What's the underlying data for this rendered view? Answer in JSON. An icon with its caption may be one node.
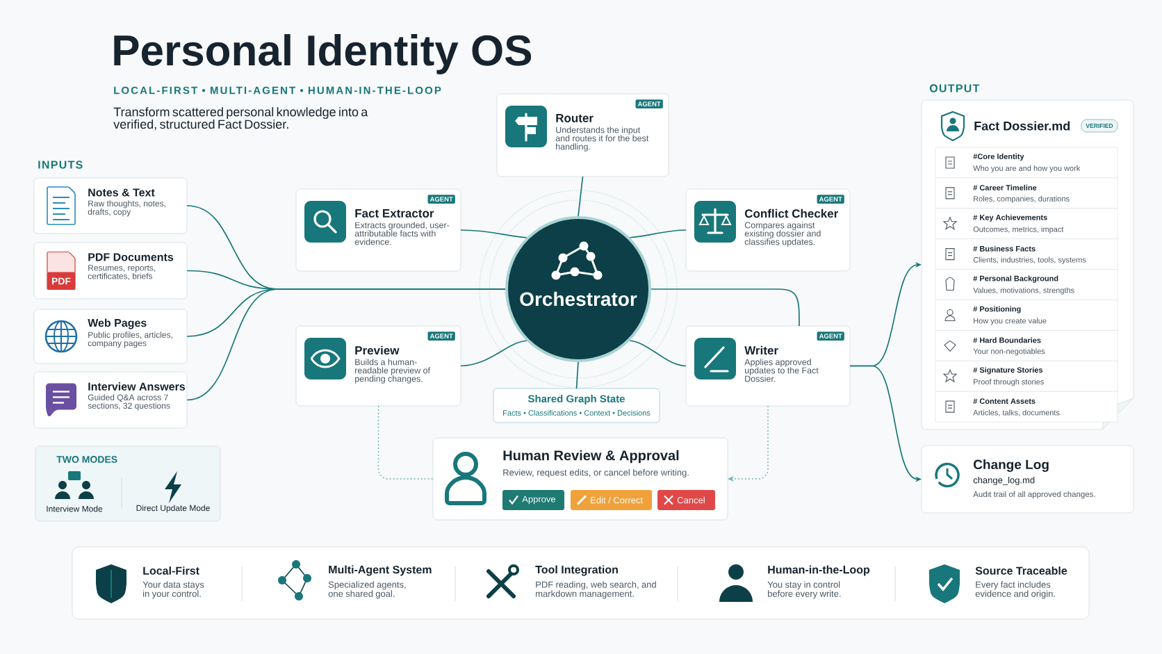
{
  "diagram": {
    "title": "Personal Identity OS",
    "nodes": [
      {
        "text": [
          "Notes & Text",
          "Raw thoughts, notes, drafts, copy"
        ]
      },
      {
        "text": [
          "PDF Documents",
          "Resumes, reports, certificates, briefs"
        ]
      },
      {
        "text": [
          "Web Pages",
          "Public profiles, articles, company pages"
        ]
      },
      {
        "text": [
          "Interview Answers",
          "Guided Q&A across 7 sections, 32 questions"
        ]
      },
      {
        "text": [
          "TWO MODES",
          "Interview Mode",
          "Direct Update Mode"
        ]
      },
      {
        "text": [
          "AGENT",
          "Router",
          "Understands the input and routes it for the best handling."
        ]
      },
      {
        "text": [
          "AGENT",
          "Fact Extractor",
          "Extracts grounded, user-attributable facts with evidence."
        ]
      },
      {
        "text": [
          "AGENT",
          "Conflict Checker",
          "Compares against existing dossier and classifies updates."
        ]
      },
      {
        "text": [
          "Orchestrator"
        ]
      },
      {
        "text": [
          "AGENT",
          "Preview",
          "Builds a human-readable preview of pending changes."
        ]
      },
      {
        "text": [
          "AGENT",
          "Writer",
          "Applies approved updates to the Fact Dossier."
        ]
      },
      {
        "text": [
          "Shared Graph State",
          "Facts • Classifications • Context • Decisions"
        ]
      },
      {
        "text": [
          "Human Review & Approval",
          "Review, request edits, or cancel before writing."
        ]
      },
      {
        "text": [
          "Approve"
        ],
        "in": 12
      },
      {
        "text": [
          "Edit / Correct"
        ],
        "in": 12
      },
      {
        "text": [
          "Cancel"
        ],
        "in": 12
      },
      {
        "text": [
          "Fact Dossier.md"
        ]
      },
      {
        "text": [
          "VERIFIED"
        ],
        "in": 16
      },
      {
        "text": [
          "#Core Identity",
          "Who you are and how you work"
        ],
        "in": 16
      },
      {
        "text": [
          "# Career Timeline",
          "Roles, companies, durations"
        ],
        "in": 16
      },
      {
        "text": [
          "# Key Achievements",
          "Outcomes, metrics, impact"
        ],
        "in": 16
      },
      {
        "text": [
          "# Business Facts",
          "Clients, industries, tools, systems"
        ],
        "in": 16
      },
      {
        "text": [
          "# Personal Background",
          "Values, motivations, strengths"
        ],
        "in": 16
      },
      {
        "text": [
          "# Positioning",
          "How you create value"
        ],
        "in": 16
      },
      {
        "text": [
          "# Hard Boundaries",
          "Your non-negotiables"
        ],
        "in": 16
      },
      {
        "text": [
          "# Signature Stories",
          "Proof through stories"
        ],
        "in": 16
      },
      {
        "text": [
          "# Content Assets",
          "Articles, talks, documents"
        ],
        "in": 16
      },
      {
        "text": [
          "Change Log",
          "change_log.md",
          "Audit trail of all approved changes."
        ]
      },
      {
        "text": [
          "Local-First",
          "Your data stays in your control.",
          "Multi-Agent System",
          "Specialized agents, one shared goal.",
          "Tool Integration",
          "PDF reading, web search, and markdown management.",
          "Human-in-the-Loop",
          "You stay in control before every write.",
          "Source Traceable",
          "Every fact includes evidence and origin."
        ]
      }
    ],
    "edges": [
      {
        "from": 0,
        "to": 8,
        "arrow": "none"
      },
      {
        "from": 1,
        "to": 8,
        "arrow": "none"
      },
      {
        "from": 2,
        "to": 8,
        "arrow": "none"
      },
      {
        "from": 3,
        "to": 8,
        "arrow": "none"
      },
      {
        "from": 5,
        "to": 8,
        "arrow": "none"
      },
      {
        "from": 6,
        "to": 8,
        "arrow": "none"
      },
      {
        "from": 7,
        "to": 8,
        "arrow": "none"
      },
      {
        "from": 9,
        "to": 8,
        "arrow": "none"
      },
      {
        "from": 10,
        "to": 8,
        "arrow": "none"
      },
      {
        "from": 8,
        "to": 10,
        "arrow": "none"
      },
      {
        "from": 8,
        "to": 11,
        "arrow": "none"
      },
      {
        "from": 9,
        "to": 12,
        "arrow": "none",
        "style": "dashed",
        "color": "#6fb3b3"
      },
      {
        "from": 10,
        "to": 12,
        "arrow": "to",
        "style": "dashed",
        "color": "#6fb3b3"
      },
      {
        "from": 10,
        "to": 16,
        "arrow": "to"
      },
      {
        "from": 10,
        "to": 27,
        "arrow": "to"
      }
    ],
    "labels": [
      "LOCAL-FIRST • MULTI-AGENT • HUMAN-IN-THE-LOOP",
      "Transform scattered personal knowledge into a verified, structured Fact Dossier.",
      "INPUTS",
      "OUTPUT",
      "PDF"
    ]
  }
}
